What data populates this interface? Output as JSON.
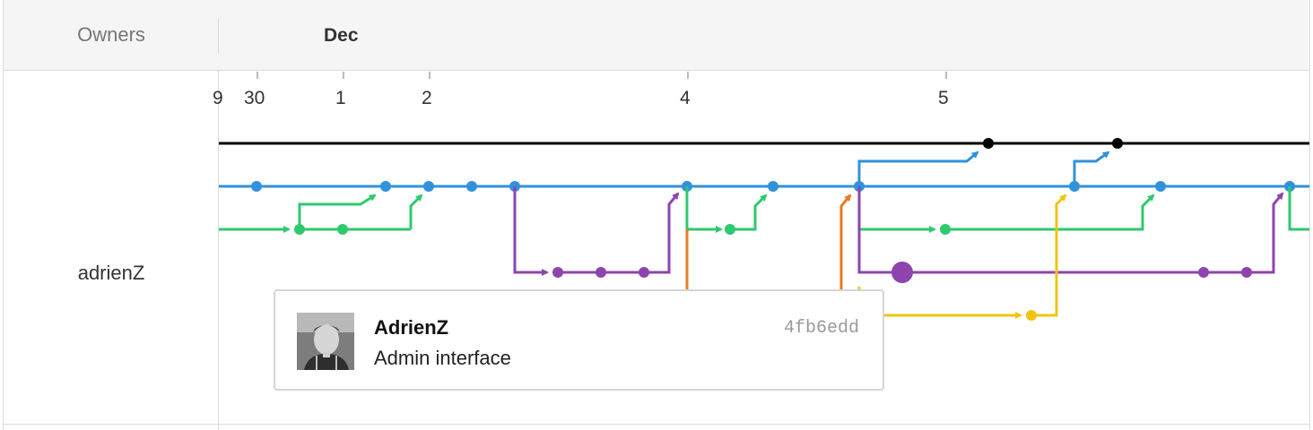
{
  "header": {
    "owners_label": "Owners",
    "month_label": "Dec"
  },
  "timeline": {
    "ticks": [
      "9",
      "30",
      "1",
      "2",
      "4",
      "5"
    ]
  },
  "owner": {
    "name": "adrienZ"
  },
  "colors": {
    "master": "#000000",
    "blue": "#3192db",
    "green": "#2ec96e",
    "purple": "#8e44ad",
    "orange": "#e67e22",
    "yellow": "#f1c40f"
  },
  "tooltip": {
    "author": "AdrienZ",
    "message": "Admin interface",
    "sha": "4fb6edd",
    "avatar_icon": "user-avatar-photo"
  }
}
